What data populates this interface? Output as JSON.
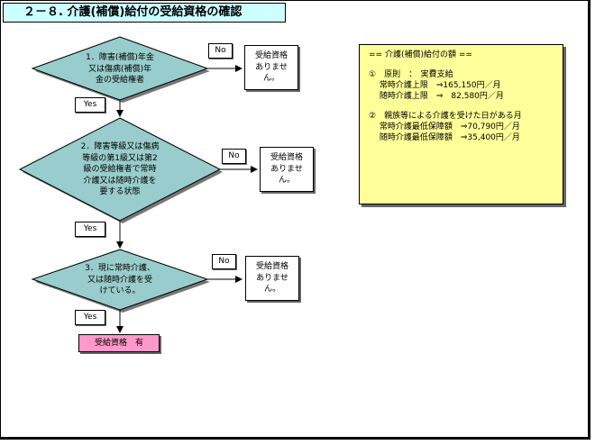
{
  "title": "２－８. 介護(補償)給付の受給資格の確認",
  "flow": {
    "q1_lines": [
      "1．障害(補償)年金",
      "又は傷病(補償)年",
      "金の受給権者"
    ],
    "q2_lines": [
      "2．障害等級又は傷病",
      "等級の第1級又は第2",
      "級の受給権者で常時",
      "介護又は随時介護を",
      "要する状態"
    ],
    "q3_lines": [
      "3．現に常時介護、",
      "又は随時介護を受",
      "けている。"
    ],
    "no_label": "No",
    "yes_label": "Yes",
    "not_eligible_lines": [
      "受給資格",
      "ありませ",
      "ん。"
    ],
    "eligible_label": "受給資格　有"
  },
  "info": {
    "heading": "== 介護(補償)給付の額 ==",
    "s1_title": "①　原則　：　実費支給",
    "s1_l1": "　 常時介護上限　⇒165,150円／月",
    "s1_l2": "　 随時介護上限　⇒　82,580円／月",
    "s2_title": "②　親族等による介護を受けた日がある月",
    "s2_l1": "　 常時介護最低保障額　⇒70,790円／月",
    "s2_l2": "　 随時介護最低保障額　⇒35,400円／月"
  },
  "colors": {
    "title_bg": "#ccffff",
    "diamond": "#99cccc",
    "result_bg": "#ff99cc",
    "info_bg": "#ffff99"
  }
}
